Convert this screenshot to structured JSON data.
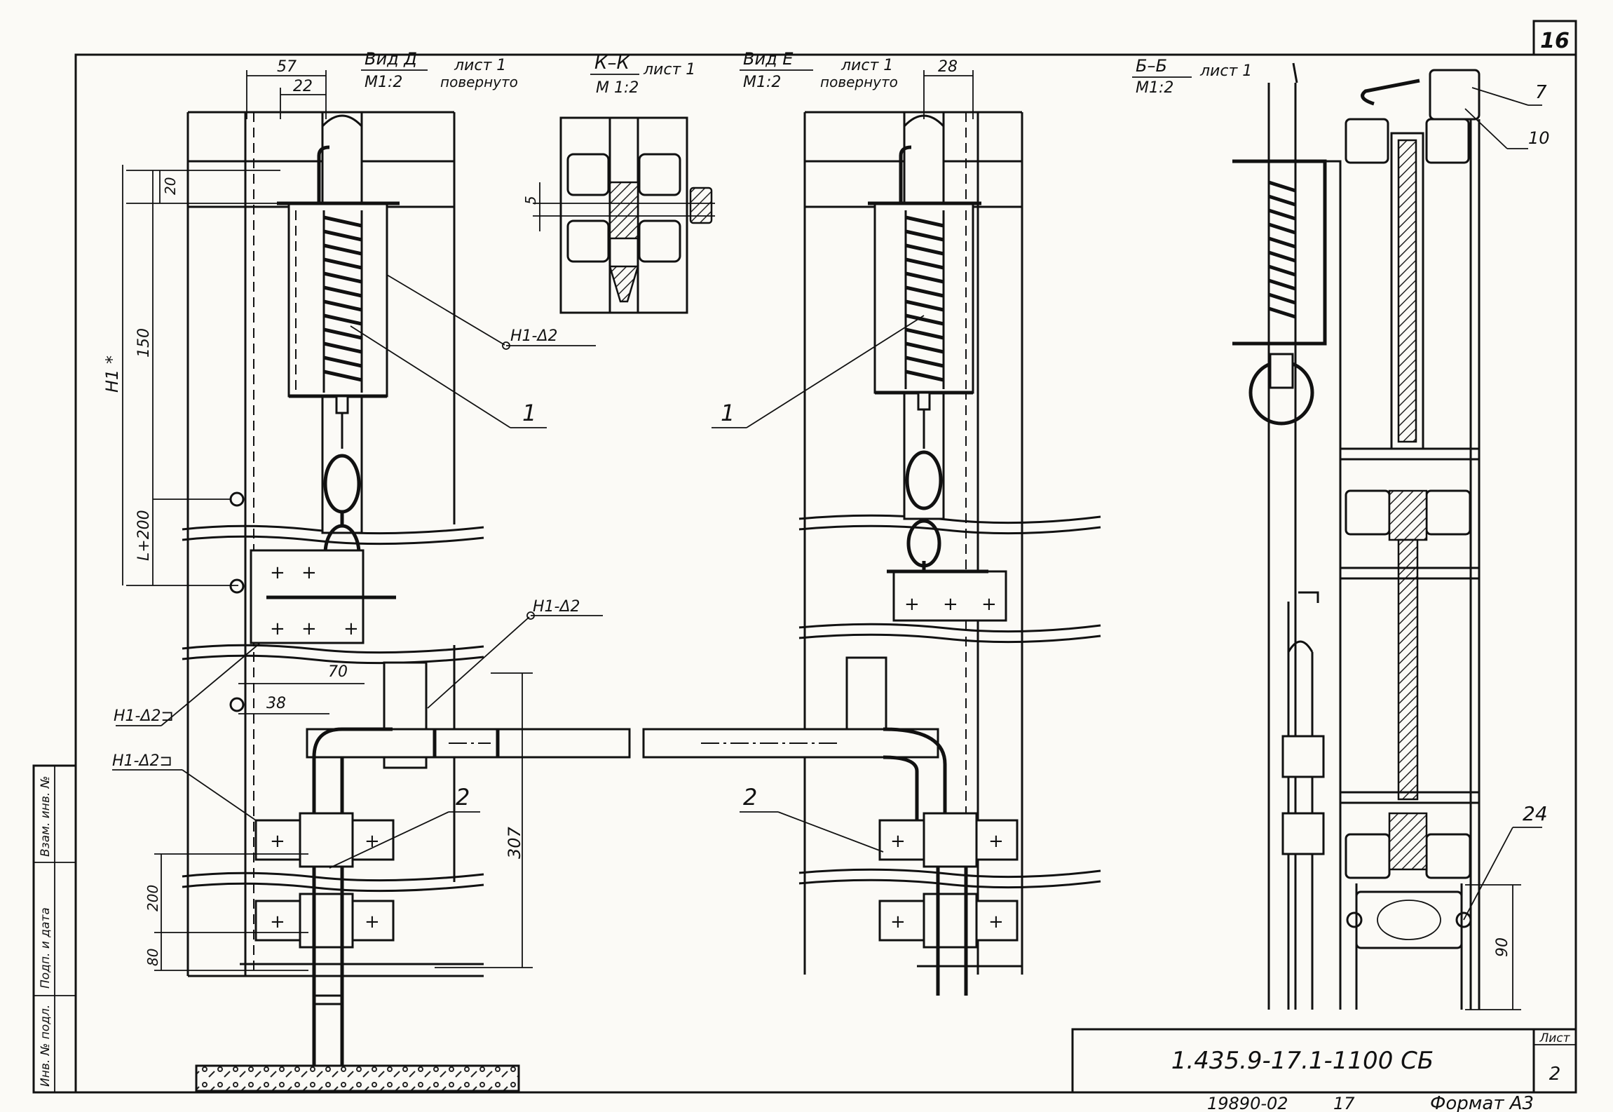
{
  "sheet_number": "16",
  "title_block": {
    "designation": "1.435.9-17.1-1100 СБ",
    "sheet_label": "Лист",
    "sheet_no": "2",
    "inventory_no": "19890-02",
    "copy_no": "17",
    "format": "Формат А3"
  },
  "side_stamp": {
    "cells": [
      "Инв. № подл.",
      "Подп. и дата",
      "Взам. инв. №"
    ]
  },
  "views": {
    "view_d": {
      "name": "Вид Д",
      "sheet": "лист 1",
      "scale": "М1:2",
      "note": "повернуто"
    },
    "section_k": {
      "name": "К–К",
      "sheet": "лист 1",
      "scale": "М 1:2"
    },
    "view_e": {
      "name": "Вид Е",
      "sheet": "лист 1",
      "scale": "М1:2",
      "note": "повернуто"
    },
    "section_b": {
      "name": "Б–Б",
      "sheet": "лист 1",
      "scale": "М1:2"
    }
  },
  "dimensions": {
    "d57": "57",
    "d22": "22",
    "d20": "20",
    "d150": "150",
    "dH1": "Н1 *",
    "dL": "L+200",
    "d70": "70",
    "d38": "38",
    "d307": "307",
    "d200": "200",
    "d80": "80",
    "d28": "28",
    "d5": "5",
    "d90": "90"
  },
  "weld_marks": {
    "w1": "Н1-Δ2",
    "w2": "Н1-Δ2",
    "w3": "Н1-Δ2⊐",
    "w4": "Н1-Δ2⊐"
  },
  "callouts": {
    "c1a": "1",
    "c1b": "1",
    "c2a": "2",
    "c2b": "2",
    "c7": "7",
    "c10": "10",
    "c24": "24"
  }
}
